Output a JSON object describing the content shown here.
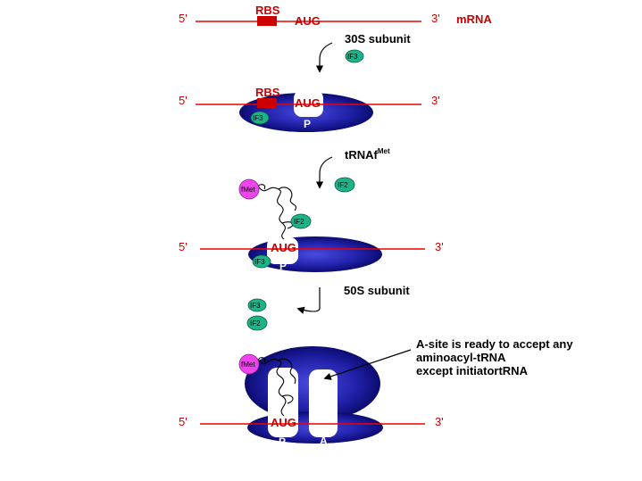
{
  "labels": {
    "five_prime": "5'",
    "three_prime": "3'",
    "rbs": "RBS",
    "aug": "AUG",
    "mrna": "mRNA",
    "p_site": "P",
    "a_site": "A",
    "if3": "IF3",
    "if2": "IF2",
    "fmet": "fMet",
    "step_30s": "30S subunit",
    "step_trna_base": "tRNAf",
    "step_trna_sup": "Met",
    "step_50s": "50S subunit",
    "annotation_line1": "A-site is ready to accept any",
    "annotation_line2": "aminoacyl-tRNA",
    "annotation_line3": "except initiatortRNA"
  },
  "colors": {
    "mrna_line": "#ee0000",
    "rbs_box": "#cc0000",
    "ribosome_core": "#2020a8",
    "ribosome_edge": "#000060",
    "if_factor": "#1db389",
    "fmet": "#ee44ee"
  }
}
